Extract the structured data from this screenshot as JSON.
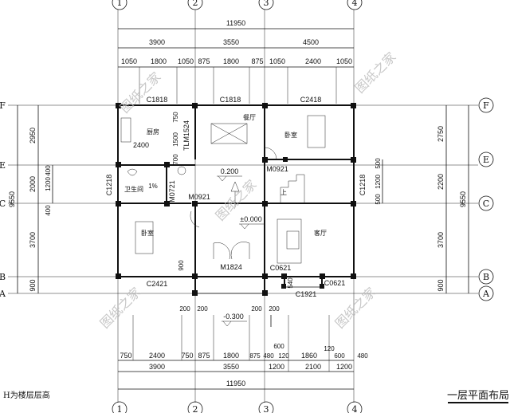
{
  "axes": {
    "columns": [
      "1",
      "2",
      "3",
      "4"
    ],
    "rows": [
      "F",
      "E",
      "C",
      "B",
      "A"
    ]
  },
  "top_dims": {
    "total": "11950",
    "bays": [
      "3900",
      "3550",
      "4500"
    ],
    "sub": [
      "1050",
      "1800",
      "1050",
      "875",
      "1800",
      "875",
      "1050",
      "2400",
      "1050"
    ]
  },
  "bottom_dims": {
    "total": "11950",
    "bays": [
      "3900",
      "3550",
      "1200",
      "2100",
      "1200"
    ],
    "sub": [
      "750",
      "2400",
      "750",
      "875",
      "1800",
      "875",
      "480",
      "600",
      "120",
      "1860",
      "120",
      "600",
      "480"
    ]
  },
  "left_dims": {
    "total": "9550",
    "bays": [
      "2950",
      "2000",
      "3700",
      "900"
    ],
    "sub": [
      "400",
      "1200",
      "400"
    ]
  },
  "right_dims": {
    "total": "9550",
    "bays": [
      "2750",
      "2200",
      "3700",
      "900"
    ],
    "sub": [
      "500",
      "1200",
      "500"
    ]
  },
  "rooms": {
    "kitchen": "厨房",
    "dining": "餐厅",
    "bedroom_ne": "卧室",
    "toilet": "卫生间",
    "bedroom_sw": "卧室",
    "living": "客厅"
  },
  "openings": {
    "c1818a": "C1818",
    "c1818b": "C1818",
    "c2418": "C2418",
    "c1218l": "C1218",
    "c1218r": "C1218",
    "m0921a": "M0921",
    "m0921b": "M0921",
    "m0721": "M0721",
    "tlm1524": "TLM1524",
    "m1824": "M1824",
    "c0621a": "C0621",
    "c0621b": "C0621",
    "c2421": "C2421",
    "c1921": "C1921"
  },
  "inner_dims": {
    "k2400": "2400",
    "d750": "750",
    "d1500": "1500",
    "d700": "700",
    "d900": "900",
    "d200": "200",
    "d540": "540",
    "slope": "1%",
    "up": "上"
  },
  "elevations": {
    "dining": "0.200",
    "living": "±0.000",
    "outside": "-0.300"
  },
  "footer": {
    "note": "H为楼层层高",
    "title": "一层平面布局"
  },
  "watermark": "图纸之家"
}
